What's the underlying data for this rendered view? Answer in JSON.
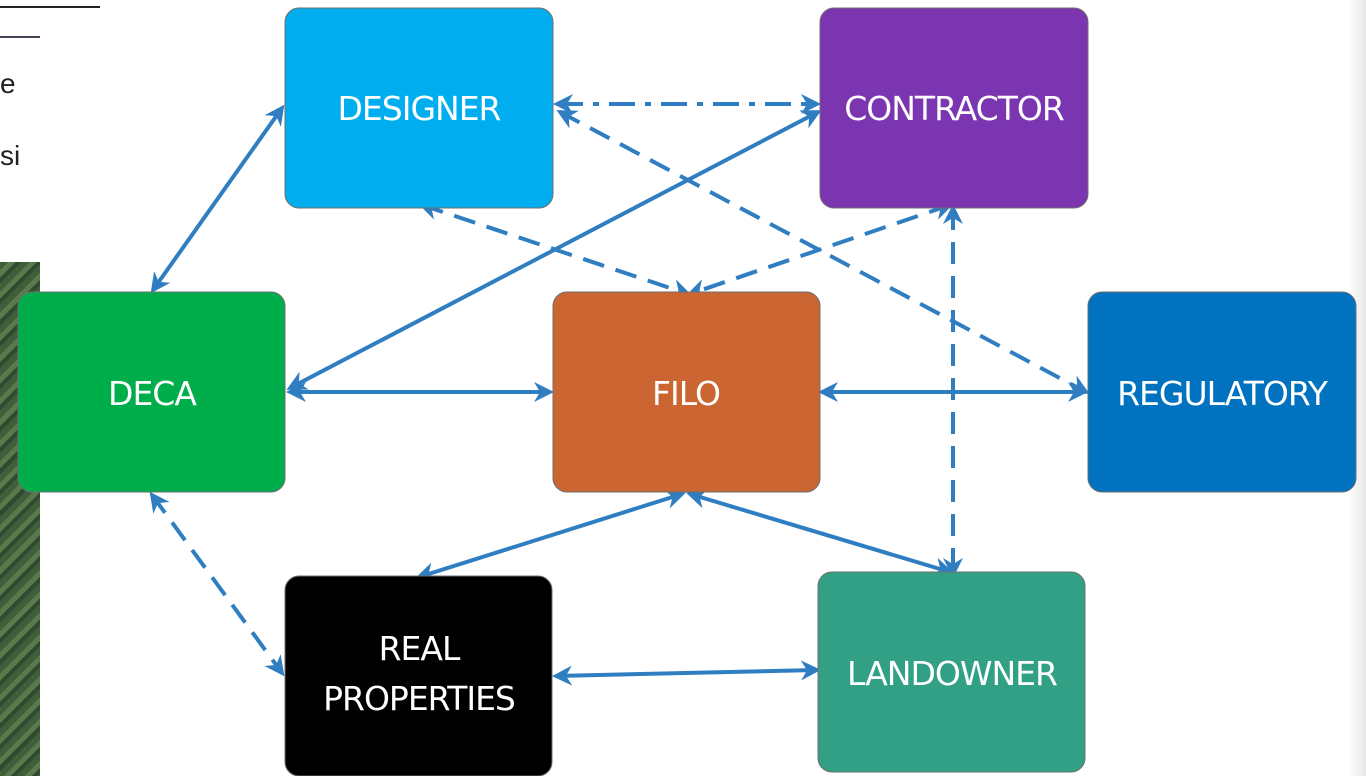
{
  "background": {
    "fragments": [
      "e",
      "si"
    ]
  },
  "nodes": {
    "designer": {
      "label": "DESIGNER",
      "color": "#00aeef"
    },
    "contractor": {
      "label": "CONTRACTOR",
      "color": "#7b35b1"
    },
    "deca": {
      "label": "DECA",
      "color": "#00ad4b"
    },
    "filo": {
      "label": "FILO",
      "color": "#cb6632"
    },
    "regulatory": {
      "label": "REGULATORY",
      "color": "#0072bf"
    },
    "real_properties": {
      "label_lines": [
        "REAL",
        "PROPERTIES"
      ],
      "color": "#000000"
    },
    "landowner": {
      "label": "LANDOWNER",
      "color": "#31a084"
    }
  },
  "links": [
    {
      "from": "DECA",
      "to": "DESIGNER",
      "style": "solid",
      "direction": "both"
    },
    {
      "from": "DECA",
      "to": "CONTRACTOR",
      "style": "solid",
      "direction": "both"
    },
    {
      "from": "DECA",
      "to": "FILO",
      "style": "solid",
      "direction": "both"
    },
    {
      "from": "DECA",
      "to": "REAL PROPERTIES",
      "style": "dashed",
      "direction": "both"
    },
    {
      "from": "DESIGNER",
      "to": "CONTRACTOR",
      "style": "dash-dot",
      "direction": "both"
    },
    {
      "from": "DESIGNER",
      "to": "FILO",
      "style": "dashed",
      "direction": "both"
    },
    {
      "from": "DESIGNER",
      "to": "REGULATORY",
      "style": "dashed",
      "direction": "both"
    },
    {
      "from": "CONTRACTOR",
      "to": "FILO",
      "style": "dashed",
      "direction": "both"
    },
    {
      "from": "CONTRACTOR",
      "to": "LANDOWNER",
      "style": "dashed",
      "direction": "both"
    },
    {
      "from": "FILO",
      "to": "REGULATORY",
      "style": "solid",
      "direction": "both"
    },
    {
      "from": "FILO",
      "to": "REAL PROPERTIES",
      "style": "solid",
      "direction": "both"
    },
    {
      "from": "FILO",
      "to": "LANDOWNER",
      "style": "solid",
      "direction": "both"
    },
    {
      "from": "REAL PROPERTIES",
      "to": "LANDOWNER",
      "style": "solid",
      "direction": "both"
    }
  ],
  "colors": {
    "arrow": "#2f7ec1"
  }
}
